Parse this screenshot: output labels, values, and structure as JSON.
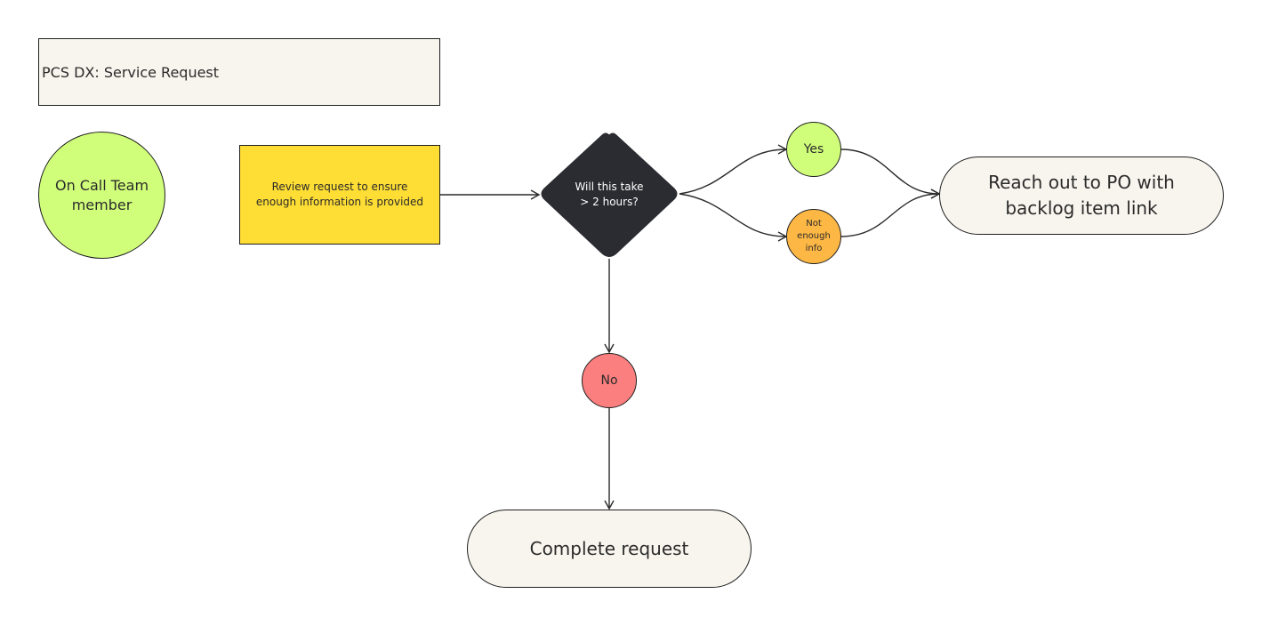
{
  "diagram": {
    "title": "PCS DX: Service Request",
    "actor": "On Call Team member",
    "task": "Review request to ensure enough information is provided",
    "decision": "Will this take > 2 hours?",
    "branch_yes": "Yes",
    "branch_not_enough_info": "Not enough info",
    "branch_no": "No",
    "terminal_reach_out": "Reach out to PO with backlog item link",
    "terminal_complete": "Complete request"
  },
  "colors": {
    "canvas": "#ffffff",
    "title_fill": "#f8f5ee",
    "actor_fill": "#d1fe7a",
    "task_fill": "#fedd34",
    "decision_fill": "#2b2c32",
    "yes_fill": "#d1fe7a",
    "not_enough_info_fill": "#fdb744",
    "no_fill": "#fc7f7f",
    "terminal_fill": "#f8f5ee",
    "stroke": "#1f1f1f"
  }
}
